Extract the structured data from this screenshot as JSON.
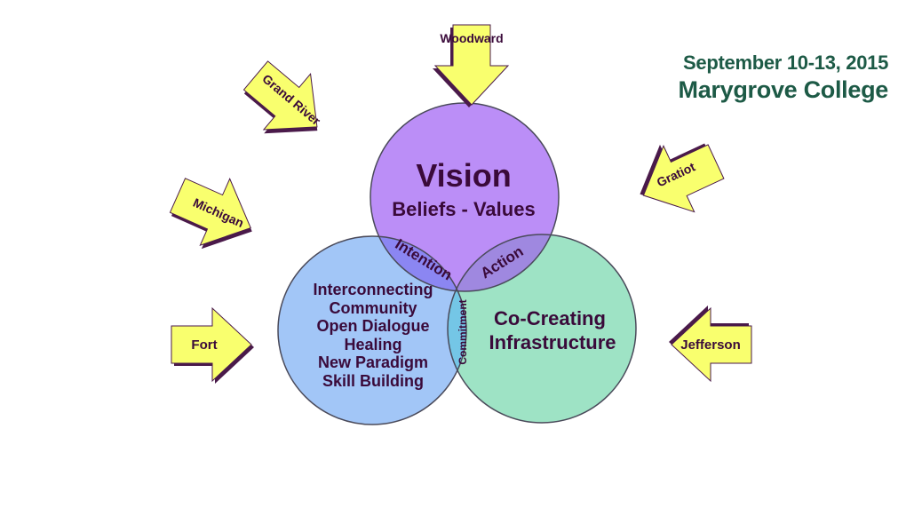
{
  "header": {
    "date": "September 10-13, 2015",
    "venue": "Marygrove College"
  },
  "circles": {
    "vision": {
      "title": "Vision",
      "subtitle": "Beliefs - Values",
      "color": "#bb8ef7"
    },
    "community": {
      "lines": [
        "Interconnecting",
        "Community",
        "Open Dialogue",
        "Healing",
        "New Paradigm",
        "Skill Building"
      ],
      "color": "#a2c6f7"
    },
    "infrastructure": {
      "lines": [
        "Co-Creating",
        "Infrastructure"
      ],
      "color": "#9ee3c5"
    }
  },
  "overlaps": {
    "intention": "Intention",
    "action": "Action",
    "commitment": "Commitment"
  },
  "arrows": {
    "woodward": "Woodward",
    "grand_river": "Grand River",
    "michigan": "Michigan",
    "fort": "Fort",
    "gratiot": "Gratiot",
    "jefferson": "Jefferson"
  },
  "colors": {
    "arrow_fill": "#f9ff6e",
    "arrow_shadow": "#4a1a4a",
    "text": "#3a0a3a",
    "header": "#1d5a46",
    "overlap_vision_community": "#8b86f2",
    "overlap_vision_infra": "#9f88e0",
    "overlap_community_infra": "#74c6e6"
  }
}
